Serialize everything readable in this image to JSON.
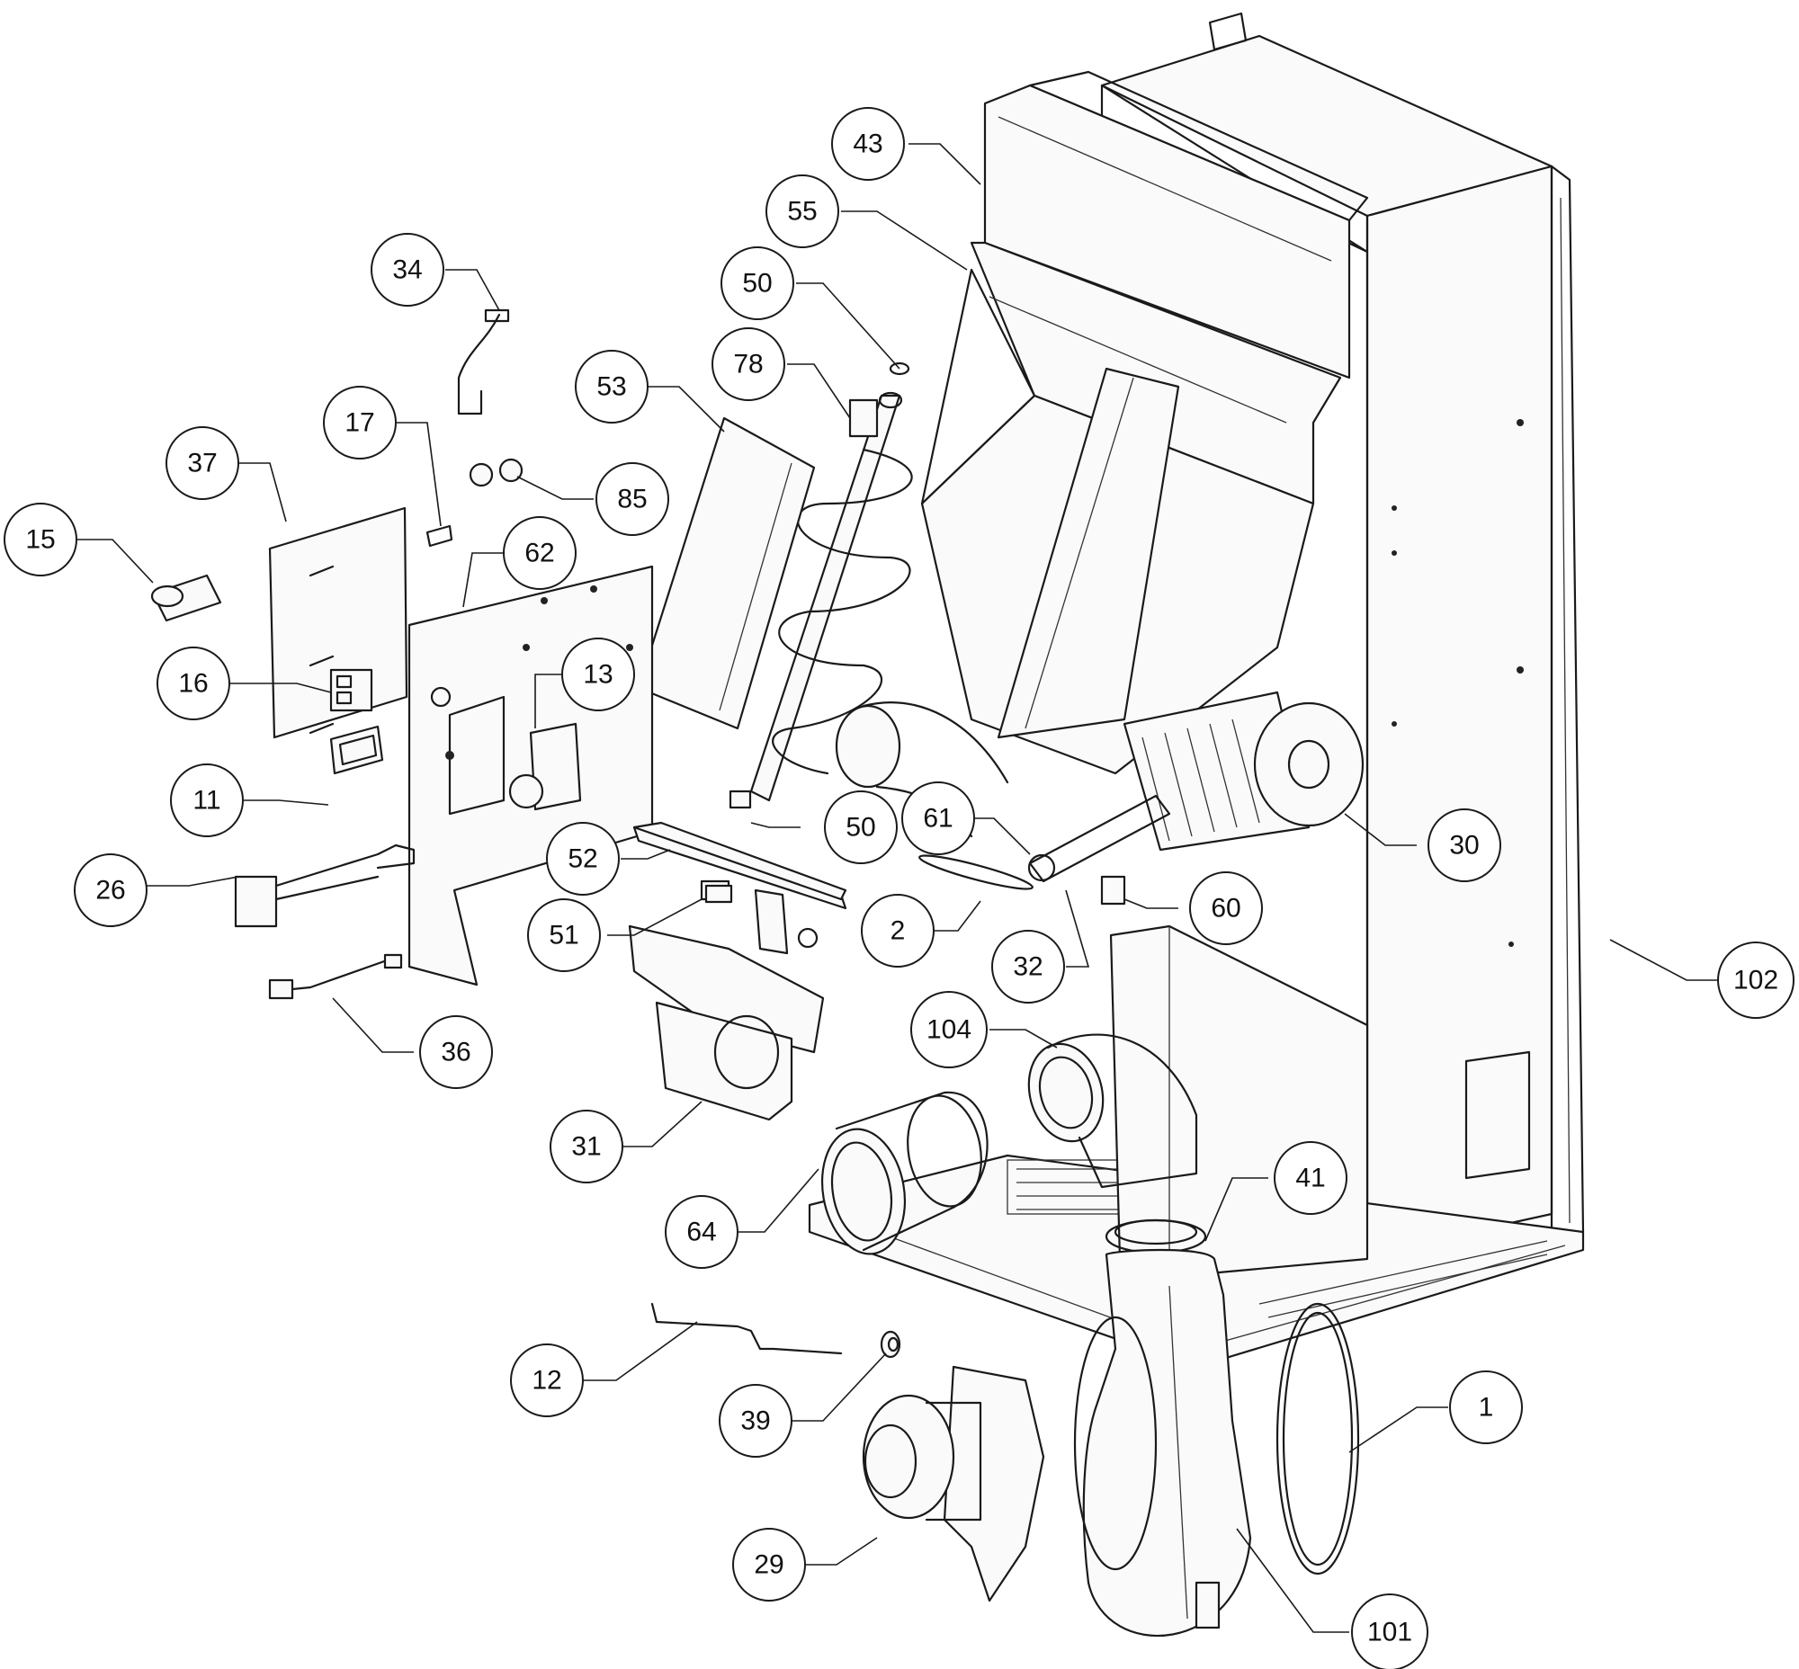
{
  "callouts": [
    {
      "id": "c43",
      "label": "43"
    },
    {
      "id": "c55",
      "label": "55"
    },
    {
      "id": "c50a",
      "label": "50"
    },
    {
      "id": "c34",
      "label": "34"
    },
    {
      "id": "c78",
      "label": "78"
    },
    {
      "id": "c53",
      "label": "53"
    },
    {
      "id": "c17",
      "label": "17"
    },
    {
      "id": "c37",
      "label": "37"
    },
    {
      "id": "c85",
      "label": "85"
    },
    {
      "id": "c15",
      "label": "15"
    },
    {
      "id": "c62",
      "label": "62"
    },
    {
      "id": "c13",
      "label": "13"
    },
    {
      "id": "c16",
      "label": "16"
    },
    {
      "id": "c11",
      "label": "11"
    },
    {
      "id": "c50b",
      "label": "50"
    },
    {
      "id": "c61",
      "label": "61"
    },
    {
      "id": "c30",
      "label": "30"
    },
    {
      "id": "c26",
      "label": "26"
    },
    {
      "id": "c52",
      "label": "52"
    },
    {
      "id": "c2",
      "label": "2"
    },
    {
      "id": "c60",
      "label": "60"
    },
    {
      "id": "c51",
      "label": "51"
    },
    {
      "id": "c32",
      "label": "32"
    },
    {
      "id": "c102",
      "label": "102"
    },
    {
      "id": "c36",
      "label": "36"
    },
    {
      "id": "c104",
      "label": "104"
    },
    {
      "id": "c31",
      "label": "31"
    },
    {
      "id": "c41",
      "label": "41"
    },
    {
      "id": "c64",
      "label": "64"
    },
    {
      "id": "c12",
      "label": "12"
    },
    {
      "id": "c1",
      "label": "1"
    },
    {
      "id": "c39",
      "label": "39"
    },
    {
      "id": "c29",
      "label": "29"
    },
    {
      "id": "c101",
      "label": "101"
    }
  ]
}
